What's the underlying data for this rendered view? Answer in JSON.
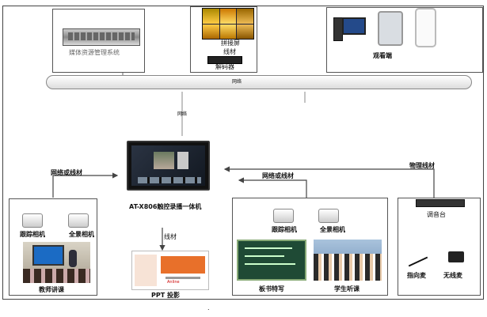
{
  "top": {
    "server_label": "媒体资源管理系统",
    "video_wall_label": "拼接屏",
    "cable_label": "线材",
    "decoder_label": "解码器",
    "viewer_label": "观看端"
  },
  "network_bar_label": "网络",
  "link_label": "网络",
  "center": {
    "device_label": "AT-X806触控录播一体机",
    "cable_label": "线材",
    "ppt_label": "PPT 投影",
    "ppt_badge": "Anline"
  },
  "left": {
    "arrow_label": "网络或线材",
    "camera1_label": "跟踪相机",
    "camera2_label": "全景相机",
    "classroom_label": "教师讲课"
  },
  "middle": {
    "arrow_label": "网络或线材",
    "camera1_label": "跟踪相机",
    "camera2_label": "全景相机",
    "board_label": "板书特写",
    "students_label": "学生听课"
  },
  "right": {
    "arrow_label": "物理线材",
    "mixer_label": "调音台",
    "mic1_label": "指向麦",
    "mic2_label": "无线麦"
  },
  "footnote": "."
}
